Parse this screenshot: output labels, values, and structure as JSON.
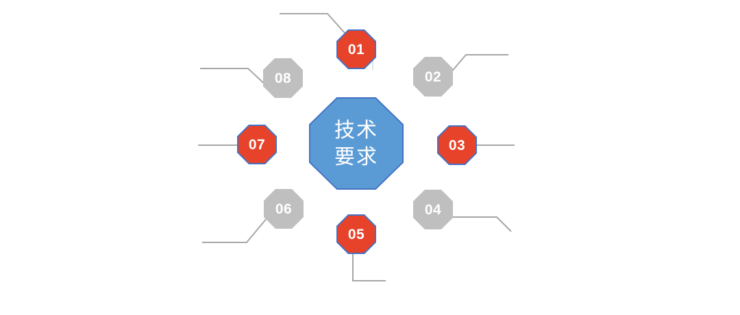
{
  "colors": {
    "red": "#E6432A",
    "gray": "#BFBFBF",
    "blueFill": "#5B9BD5",
    "blueBorder": "#4472C4",
    "connector": "#A6A6A6",
    "faint": "#E2E2E2",
    "text": "#FFFFFF",
    "background": "#FFFFFF"
  },
  "center": {
    "label": "技术\n要求"
  },
  "nodes": [
    {
      "label": "01",
      "variant": "red"
    },
    {
      "label": "02",
      "variant": "gray"
    },
    {
      "label": "03",
      "variant": "red"
    },
    {
      "label": "04",
      "variant": "gray"
    },
    {
      "label": "05",
      "variant": "red"
    },
    {
      "label": "06",
      "variant": "gray"
    },
    {
      "label": "07",
      "variant": "red"
    },
    {
      "label": "08",
      "variant": "gray"
    }
  ]
}
